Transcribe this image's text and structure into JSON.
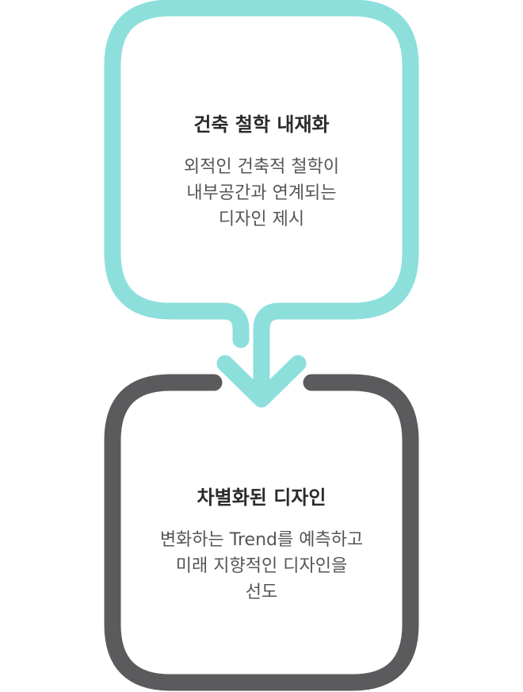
{
  "colors": {
    "top_border": "#8ddfdc",
    "bottom_border": "#5b5b5d",
    "title_text": "#2b2b2b",
    "body_text": "#555555"
  },
  "top_box": {
    "title": "건축 철학 내재화",
    "lines": [
      "외적인 건축적 철학이",
      "내부공간과 연계되는",
      "디자인 제시"
    ]
  },
  "bottom_box": {
    "title": "차별화된 디자인",
    "lines": [
      "변화하는 Trend를 예측하고",
      "미래 지향적인 디자인을",
      "선도"
    ]
  },
  "connector": {
    "icon": "arrow-down-icon"
  }
}
